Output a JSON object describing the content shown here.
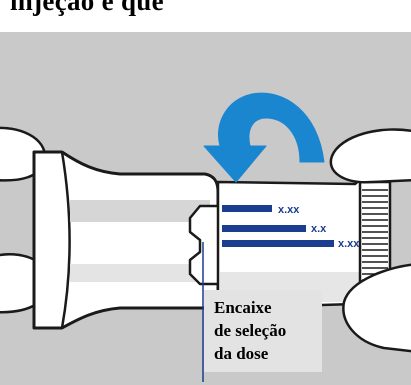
{
  "header": {
    "title": "injeção e que"
  },
  "dose_marks": [
    "x.xx",
    "x.x",
    "x.xx"
  ],
  "callout": {
    "lines": [
      "Encaixe",
      "de seleção",
      "da dose"
    ]
  },
  "icons": {
    "rotate": "curved-arrow-icon"
  },
  "colors": {
    "background": "#c9c9c9",
    "arrow": "#1a86d0",
    "marks": "#1a3d8f",
    "callout_bg": "#e3e3e3"
  }
}
